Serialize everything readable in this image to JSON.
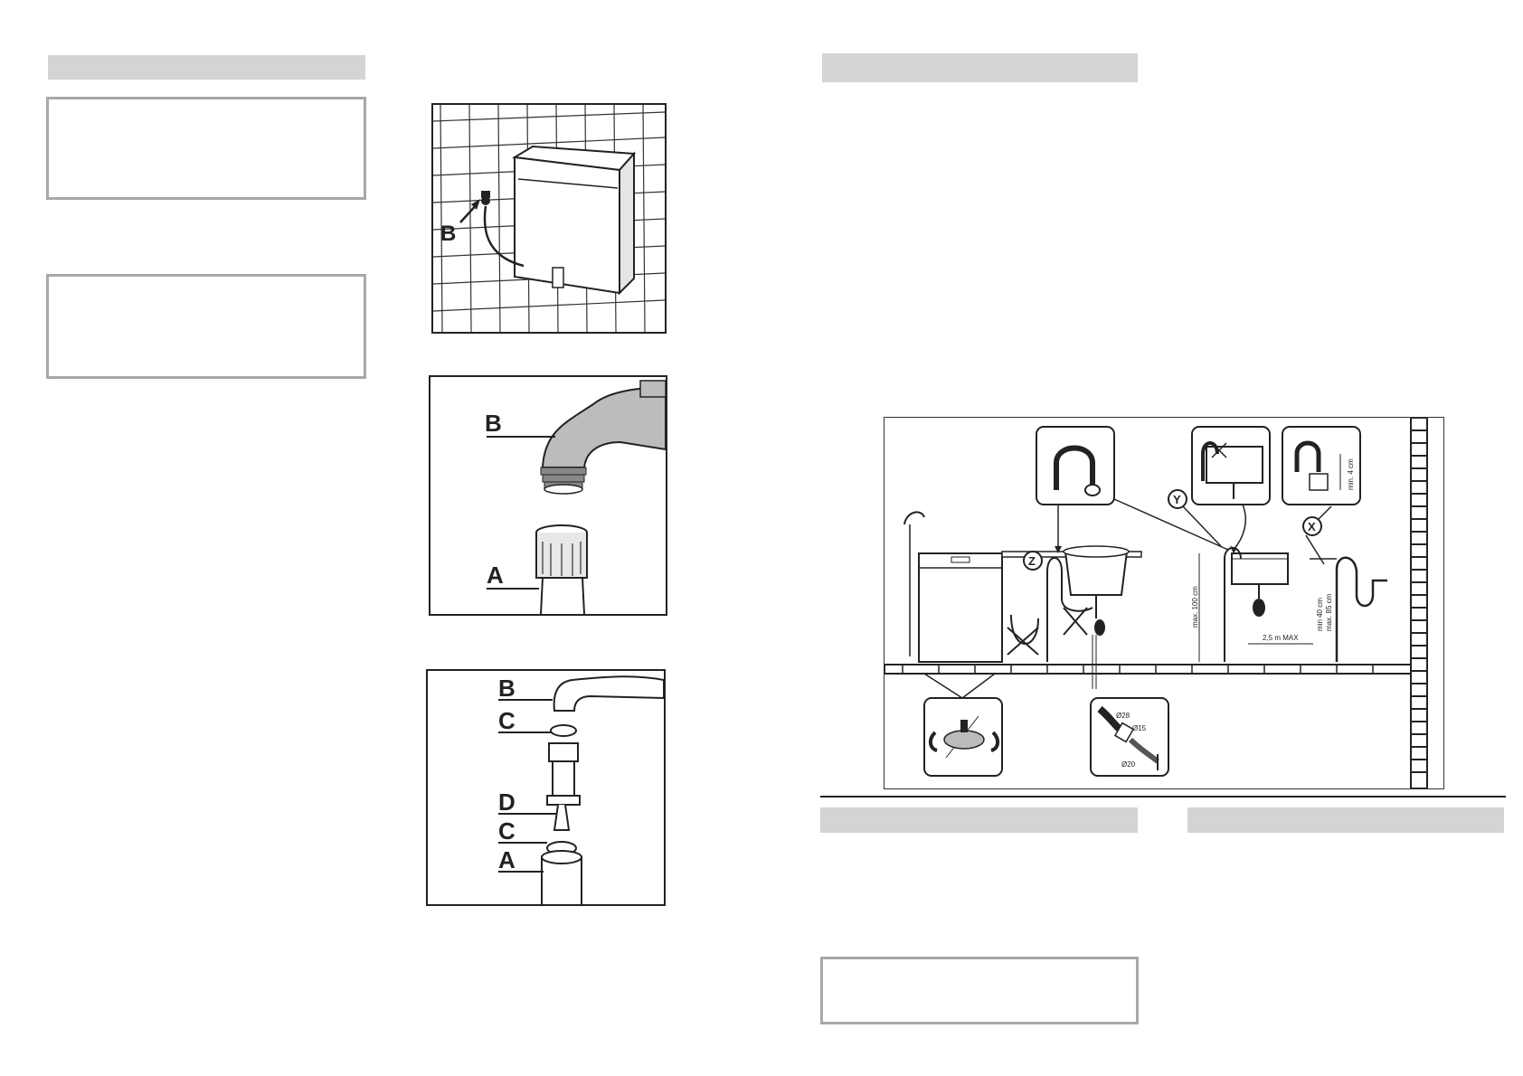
{
  "figure1": {
    "labels": {
      "b": "B"
    }
  },
  "figure2": {
    "labels": {
      "b": "B",
      "a": "A"
    }
  },
  "figure3": {
    "labels": {
      "b": "B",
      "c1": "C",
      "d": "D",
      "c2": "C",
      "a": "A"
    }
  },
  "drain_diagram": {
    "markers": {
      "z": "Z",
      "y": "Y",
      "x": "X"
    },
    "dims": {
      "max_100": "max. 100 cm",
      "max_2_5": "2,5 m MAX",
      "min_40": "min 40 cm",
      "max_85": "max. 85 cm",
      "min_4": "min. 4 cm",
      "d28": "Ø28",
      "d15": "Ø15",
      "d20": "Ø20"
    }
  }
}
